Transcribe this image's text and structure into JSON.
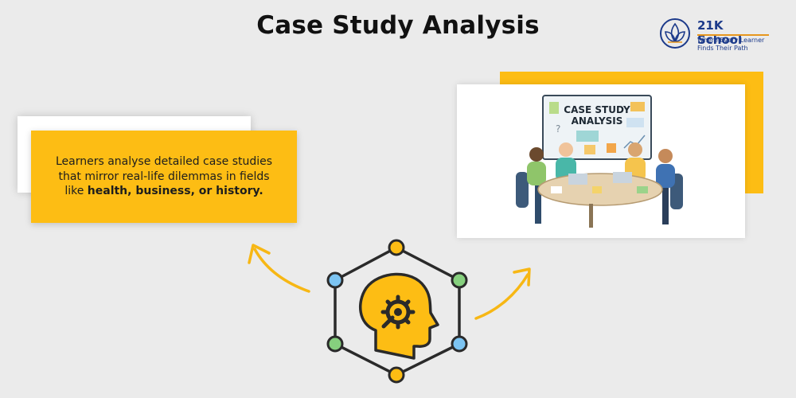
{
  "page": {
    "title": "Case Study Analysis"
  },
  "logo": {
    "name": "21K School",
    "tagline": "Where Every Learner\nFinds Their Path"
  },
  "callout": {
    "text_plain": "Learners analyse detailed case studies that mirror real-life dilemmas in fields like ",
    "text_bold": "health, business, or history."
  },
  "illustration": {
    "board_title_line1": "CASE STUDY",
    "board_title_line2": "ANALYSIS"
  },
  "colors": {
    "accent": "#fdbd14",
    "brand": "#1c3a8a",
    "background": "#ebebeb",
    "node_blue": "#7cc4f2",
    "node_green": "#86d07e",
    "node_orange": "#fdbd14"
  },
  "icons": {
    "hub": "head-gear-wrench-icon",
    "logo": "lotus-icon"
  }
}
